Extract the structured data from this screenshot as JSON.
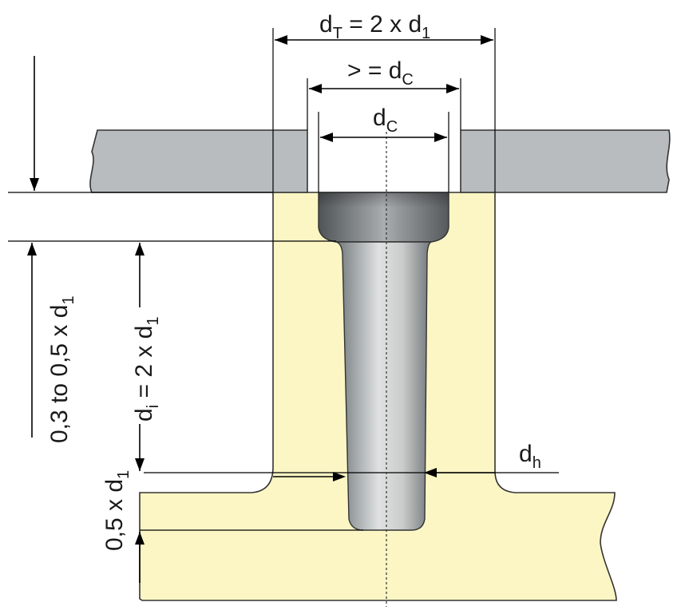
{
  "labels": {
    "top_dim": {
      "base": "d",
      "sub": "T",
      "expr": " = 2 x d",
      "sub2": "1"
    },
    "mid_dim": {
      "base": "> = d",
      "sub": "C"
    },
    "inner_dim": {
      "base": "d",
      "sub": "C"
    },
    "left_dim": {
      "base": "0,3 to 0,5 x d",
      "sub": "1"
    },
    "inner_len": {
      "base": "d",
      "sub": "i",
      "expr": " = 2 x d",
      "sub2": "1"
    },
    "bottom_dim": {
      "base": "0,5 x d",
      "sub": "1"
    },
    "hole_dim": {
      "base": "d",
      "sub": "h"
    }
  },
  "colors": {
    "plate": "#b8bcbf",
    "base": "#fbf6c4",
    "pin_light": "#d4d8d6",
    "pin_dark": "#5f6467"
  }
}
